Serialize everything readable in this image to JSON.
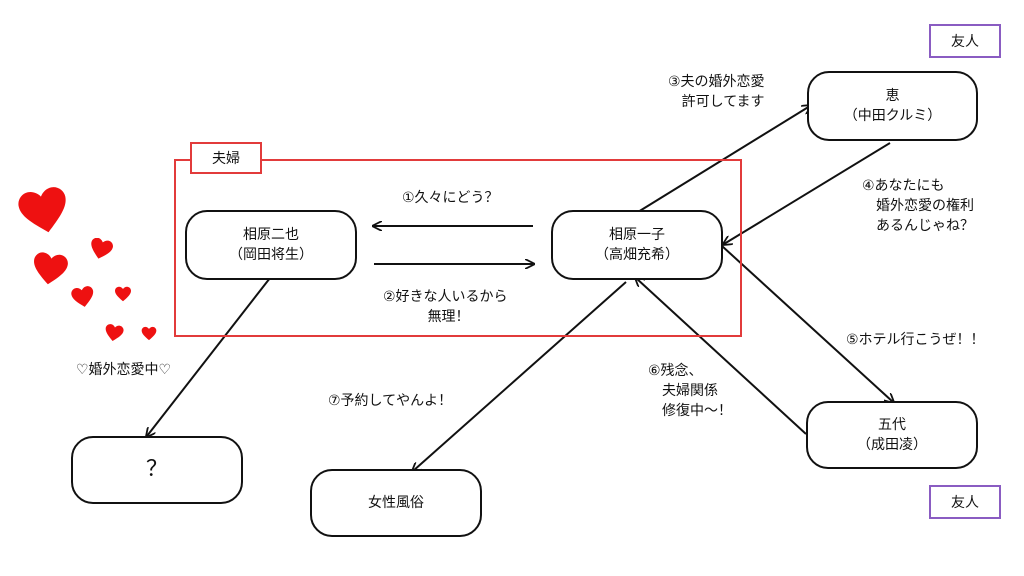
{
  "groups": {
    "couple_label": "夫婦",
    "friend_label_top": "友人",
    "friend_label_bottom": "友人"
  },
  "nodes": {
    "kazuya": {
      "line1": "相原二也",
      "line2": "（岡田将生）"
    },
    "ichiko": {
      "line1": "相原一子",
      "line2": "（高畑充希）"
    },
    "megumi": {
      "line1": "恵",
      "line2": "（中田クルミ）"
    },
    "godai": {
      "line1": "五代",
      "line2": "（成田凌）"
    },
    "unknown": {
      "line1": "？"
    },
    "fuzoku": {
      "line1": "女性風俗"
    }
  },
  "edges": {
    "e1": "①久々にどう？",
    "e2_line1": "②好きな人いるから",
    "e2_line2": "無理！",
    "e3_line1": "③夫の婚外恋愛",
    "e3_line2": "許可してます",
    "e4_line1": "④あなたにも",
    "e4_line2": "婚外恋愛の権利",
    "e4_line3": "あるんじゃね？",
    "e5": "⑤ホテル行こうぜ！！",
    "e6_line1": "⑥残念、",
    "e6_line2": "夫婦関係",
    "e6_line3": "修復中〜！",
    "e7": "⑦予約してやんよ！",
    "affair": "♡婚外恋愛中♡"
  },
  "colors": {
    "couple_border": "#e23b3b",
    "friend_border": "#8a5cc2",
    "heart": "#ee1111",
    "line": "#111111"
  }
}
